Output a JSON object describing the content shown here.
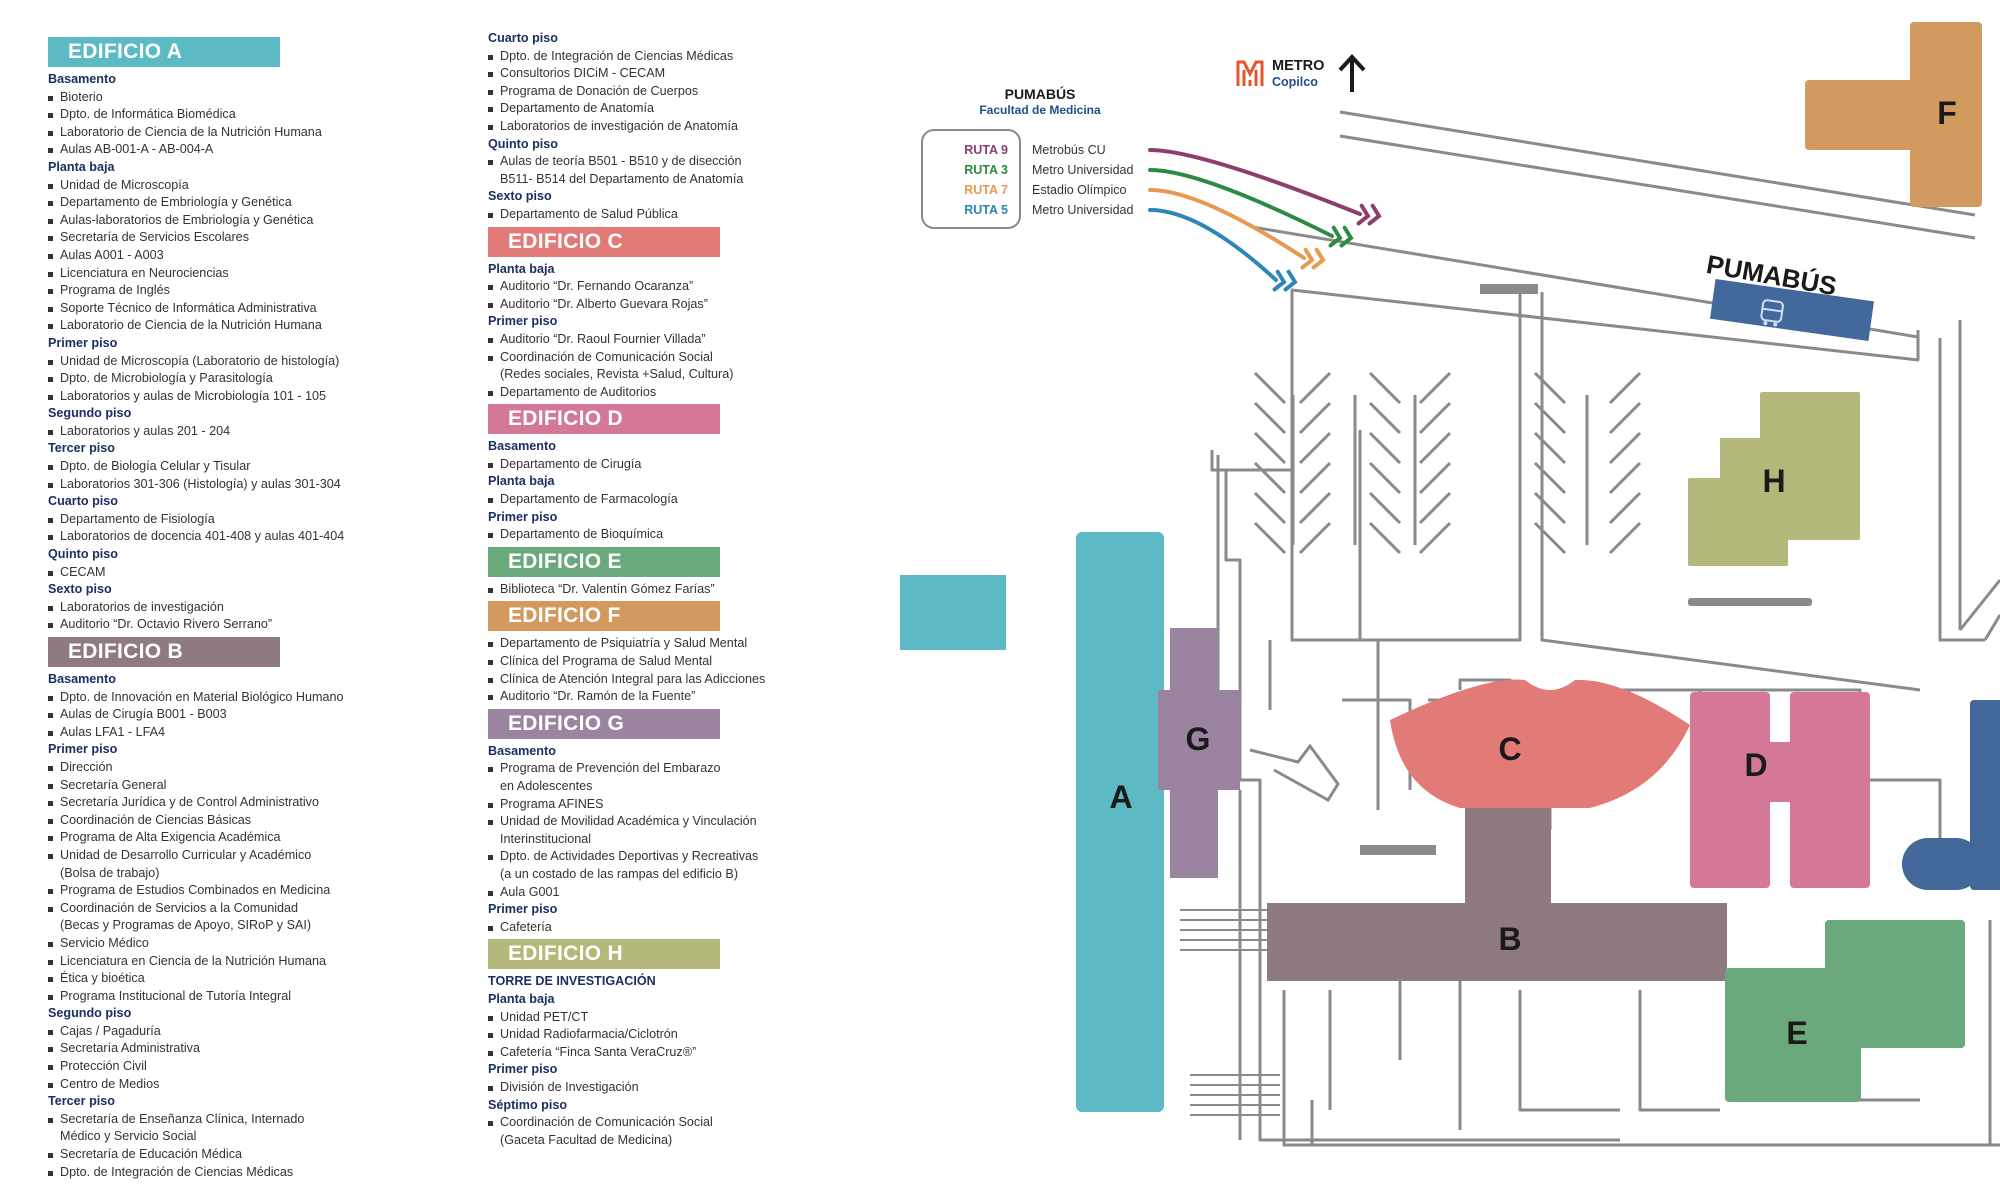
{
  "colors": {
    "A": "#5bbac4",
    "B": "#8f7b7f",
    "C": "#e27a78",
    "D": "#d47896",
    "E": "#6aa97b",
    "F": "#d29a5e",
    "G": "#9a84a0",
    "H": "#b4b87a",
    "pumabus": "#42689c",
    "outline": "#8a8a8a",
    "metro": "#e4572e"
  },
  "directory": {
    "col1": [
      {
        "key": "A",
        "title": "EDIFICIO A",
        "sections": [
          {
            "floor": "Basamento",
            "items": [
              "Bioterio",
              "Dpto. de Informática Biomédica",
              "Laboratorio de Ciencia de la Nutrición Humana",
              "Aulas AB-001-A - AB-004-A"
            ]
          },
          {
            "floor": "Planta baja",
            "items": [
              "Unidad de Microscopía",
              "Departamento de Embriología y Genética",
              "Aulas-laboratorios de Embriología y Genética",
              "Secretaría de Servicios Escolares",
              "Aulas A001 - A003",
              "Licenciatura en Neurociencias",
              "Programa de Inglés",
              "Soporte Técnico de Informática Administrativa",
              "Laboratorio de Ciencia de la Nutrición Humana"
            ]
          },
          {
            "floor": "Primer piso",
            "items": [
              "Unidad de Microscopía (Laboratorio de histología)",
              "Dpto. de Microbiología y Parasitología",
              "Laboratorios y aulas de Microbiología 101 - 105"
            ]
          },
          {
            "floor": "Segundo piso",
            "items": [
              "Laboratorios y aulas 201 - 204"
            ]
          },
          {
            "floor": "Tercer piso",
            "items": [
              "Dpto. de Biología Celular y Tisular",
              "Laboratorios 301-306 (Histología) y aulas 301-304"
            ]
          },
          {
            "floor": "Cuarto piso",
            "items": [
              "Departamento de Fisiología",
              "Laboratorios de docencia 401-408 y aulas 401-404"
            ]
          },
          {
            "floor": "Quinto piso",
            "items": [
              "CECAM"
            ]
          },
          {
            "floor": "Sexto piso",
            "items": [
              "Laboratorios de investigación",
              "Auditorio “Dr. Octavio Rivero Serrano”"
            ]
          }
        ]
      },
      {
        "key": "B",
        "title": "EDIFICIO B",
        "sections": [
          {
            "floor": "Basamento",
            "items": [
              "Dpto. de Innovación en Material Biológico Humano",
              "Aulas de Cirugía B001 - B003",
              "Aulas LFA1 - LFA4"
            ]
          },
          {
            "floor": "Primer piso",
            "items": [
              "Dirección",
              "Secretaría General",
              "Secretaría Jurídica y de Control Administrativo",
              "Coordinación de Ciencias Básicas",
              "Programa de Alta Exigencia Académica",
              "Unidad de Desarrollo Curricular y Académico\n(Bolsa de trabajo)",
              "Programa de Estudios Combinados en Medicina",
              "Coordinación de Servicios a la Comunidad\n(Becas y Programas de Apoyo, SIRoP y SAI)",
              "Servicio Médico",
              "Licenciatura en Ciencia de la Nutrición Humana",
              "Ética y bioética",
              "Programa Institucional de Tutoría Integral"
            ]
          },
          {
            "floor": "Segundo piso",
            "items": [
              "Cajas / Pagaduría",
              "Secretaría Administrativa",
              "Protección Civil",
              "Centro de Medios"
            ]
          },
          {
            "floor": "Tercer piso",
            "items": [
              "Secretaría de Enseñanza Clínica, Internado\nMédico y Servicio Social",
              "Secretaría de Educación Médica",
              "Dpto. de Integración de Ciencias Médicas"
            ]
          }
        ]
      }
    ],
    "col2": [
      {
        "key": "",
        "title": "",
        "sections": [
          {
            "floor": "Cuarto piso",
            "items": [
              "Dpto. de Integración de Ciencias Médicas",
              "Consultorios DICiM - CECAM",
              "Programa de Donación de Cuerpos",
              "Departamento de Anatomía",
              "Laboratorios de investigación de Anatomía"
            ]
          },
          {
            "floor": "Quinto piso",
            "items": [
              "Aulas de teoría B501 - B510 y de disección\nB511- B514 del Departamento de Anatomía"
            ]
          },
          {
            "floor": "Sexto piso",
            "items": [
              "Departamento de Salud Pública"
            ]
          }
        ]
      },
      {
        "key": "C",
        "title": "EDIFICIO C",
        "sections": [
          {
            "floor": "Planta baja",
            "items": [
              "Auditorio “Dr. Fernando Ocaranza”",
              "Auditorio “Dr. Alberto Guevara Rojas”"
            ]
          },
          {
            "floor": "Primer piso",
            "items": [
              "Auditorio “Dr. Raoul Fournier Villada”",
              "Coordinación de Comunicación Social\n(Redes sociales, Revista +Salud, Cultura)",
              "Departamento de Auditorios"
            ]
          }
        ]
      },
      {
        "key": "D",
        "title": "EDIFICIO D",
        "sections": [
          {
            "floor": "Basamento",
            "items": [
              "Departamento de Cirugía"
            ]
          },
          {
            "floor": "Planta baja",
            "items": [
              "Departamento de Farmacología"
            ]
          },
          {
            "floor": "Primer piso",
            "items": [
              "Departamento de Bioquímica"
            ]
          }
        ]
      },
      {
        "key": "E",
        "title": "EDIFICIO E",
        "sections": [
          {
            "floor": "",
            "items": [
              "Biblioteca “Dr. Valentín Gómez Farías”"
            ]
          }
        ]
      },
      {
        "key": "F",
        "title": "EDIFICIO F",
        "sections": [
          {
            "floor": "",
            "items": [
              "Departamento de Psiquiatría y Salud Mental",
              "Clínica del Programa de Salud Mental",
              "Clínica de Atención Integral para las Adicciones",
              "Auditorio “Dr. Ramón de la Fuente”"
            ]
          }
        ]
      },
      {
        "key": "G",
        "title": "EDIFICIO G",
        "sections": [
          {
            "floor": "Basamento",
            "items": [
              "Programa de Prevención del Embarazo\nen Adolescentes",
              "Programa AFINES",
              "Unidad de Movilidad Académica y Vinculación\nInterinstitucional",
              "Dpto. de Actividades Deportivas y Recreativas\n(a un costado de las rampas del edificio B)",
              "Aula G001"
            ]
          },
          {
            "floor": "Primer piso",
            "items": [
              "Cafetería"
            ]
          }
        ]
      },
      {
        "key": "H",
        "title": "EDIFICIO H",
        "sections": [
          {
            "floor": "TORRE DE INVESTIGACIÓN",
            "items": []
          },
          {
            "floor": "Planta baja",
            "items": [
              "Unidad PET/CT",
              "Unidad Radiofarmacia/Ciclotrón",
              "Cafetería “Finca Santa VeraCruz®”"
            ]
          },
          {
            "floor": "Primer piso",
            "items": [
              "División de Investigación"
            ]
          },
          {
            "floor": "Séptimo piso",
            "items": [
              "Coordinación de Comunicación Social\n(Gaceta Facultad de Medicina)"
            ]
          }
        ]
      }
    ]
  },
  "map": {
    "metro": {
      "title": "METRO",
      "subtitle": "Copilco",
      "icon": "metro-logo-icon",
      "arrow": "up-arrow-icon"
    },
    "pumabus_box": {
      "title": "PUMABÚS",
      "subtitle": "Facultad de Medicina"
    },
    "routes": [
      {
        "code": "RUTA 9",
        "dest": "Metrobús CU",
        "color": "#8c3f6f"
      },
      {
        "code": "RUTA 3",
        "dest": "Metro Universidad",
        "color": "#2d8a45"
      },
      {
        "code": "RUTA 7",
        "dest": "Estadio Olímpico",
        "color": "#e69a50"
      },
      {
        "code": "RUTA 5",
        "dest": "Metro Universidad",
        "color": "#2c86b6"
      }
    ],
    "stop_label": "PUMABÚS",
    "stop_icon": "bus-icon",
    "building_labels": {
      "A": "A",
      "B": "B",
      "C": "C",
      "D": "D",
      "E": "E",
      "F": "F",
      "G": "G",
      "H": "H"
    }
  }
}
